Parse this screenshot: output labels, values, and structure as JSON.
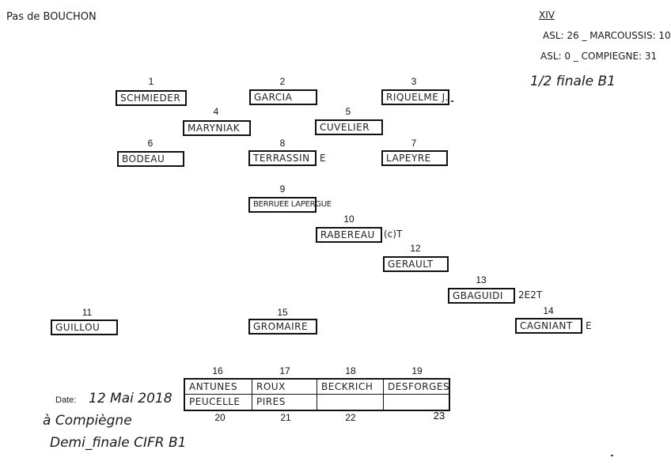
{
  "header": {
    "top_left": "Pas de BOUCHON",
    "top_right_1": "XIV",
    "top_right_2": "ASL: 26 _ MARCOUSSIS: 10",
    "top_right_3": "ASL: 0 _ COMPIEGNE: 31",
    "top_right_4": "1/2 finale B1"
  },
  "players": [
    {
      "num": "1",
      "name": "SCHMIEDER",
      "note": ""
    },
    {
      "num": "2",
      "name": "GARCIA",
      "note": ""
    },
    {
      "num": "3",
      "name": "RIQUELME J.",
      "note": ""
    },
    {
      "num": "4",
      "name": "MARYNIAK",
      "note": ""
    },
    {
      "num": "5",
      "name": "CUVELIER",
      "note": ""
    },
    {
      "num": "6",
      "name": "BODEAU",
      "note": ""
    },
    {
      "num": "8",
      "name": "TERRASSIN",
      "note": "E"
    },
    {
      "num": "7",
      "name": "LAPEYRE",
      "note": ""
    },
    {
      "num": "9",
      "name": "BERRUEE LAPERGUE",
      "note": ""
    },
    {
      "num": "10",
      "name": "RABEREAU",
      "note": "(c)T"
    },
    {
      "num": "12",
      "name": "GERAULT",
      "note": ""
    },
    {
      "num": "13",
      "name": "GBAGUIDI",
      "note": "2E2T"
    },
    {
      "num": "11",
      "name": "GUILLOU",
      "note": ""
    },
    {
      "num": "15",
      "name": "GROMAIRE",
      "note": ""
    },
    {
      "num": "14",
      "name": "CAGNIANT",
      "note": "E"
    }
  ],
  "bench": {
    "top_numbers": [
      "16",
      "17",
      "18",
      "19"
    ],
    "row1": [
      "ANTUNES",
      "ROUX",
      "BECKRICH",
      "DESFORGES"
    ],
    "row2": [
      "PEUCELLE",
      "PIRES",
      "",
      ""
    ],
    "bottom_numbers": [
      "20",
      "21",
      "22",
      "23"
    ]
  },
  "footer": {
    "date_label": "Date:",
    "date_value": "12 Mai 2018",
    "place": "à Compiègne",
    "match": "Demi_finale CIFR B1"
  }
}
